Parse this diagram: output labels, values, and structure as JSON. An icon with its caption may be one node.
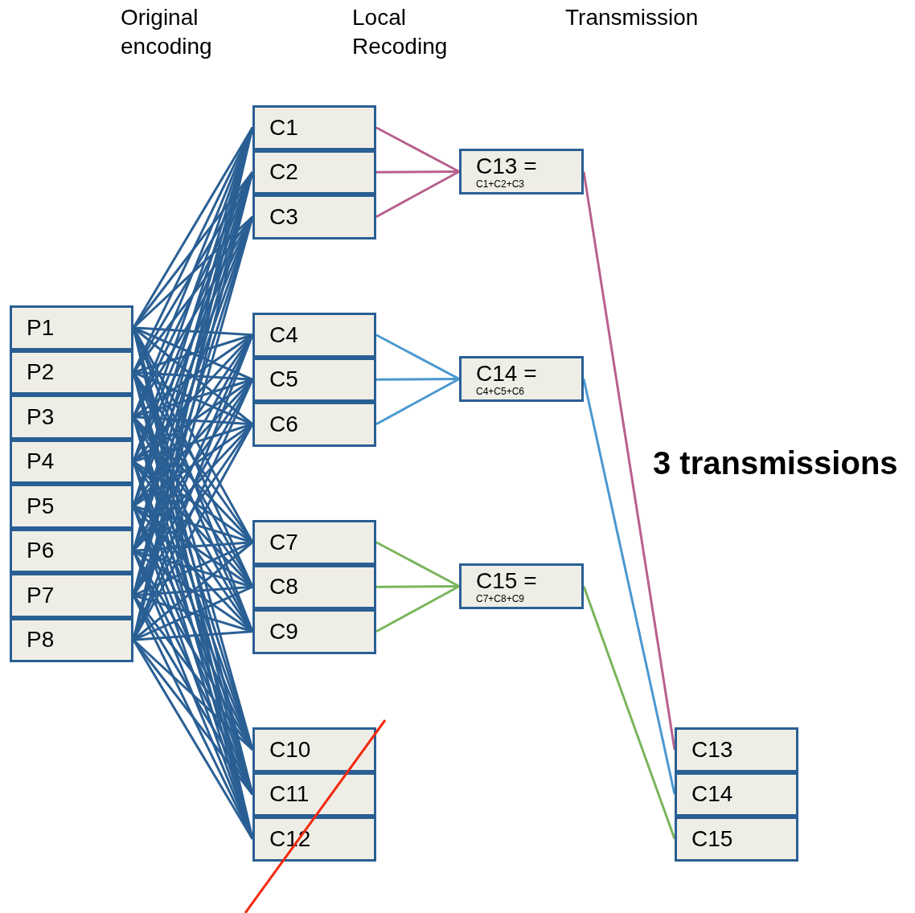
{
  "diagram": {
    "nodes": [
      {
        "text": [
          "P1"
        ]
      },
      {
        "text": [
          "P2"
        ]
      },
      {
        "text": [
          "P3"
        ]
      },
      {
        "text": [
          "P4"
        ]
      },
      {
        "text": [
          "P5"
        ]
      },
      {
        "text": [
          "P6"
        ]
      },
      {
        "text": [
          "P7"
        ]
      },
      {
        "text": [
          "P8"
        ]
      },
      {
        "text": [
          "C1"
        ]
      },
      {
        "text": [
          "C2"
        ]
      },
      {
        "text": [
          "C3"
        ]
      },
      {
        "text": [
          "C4"
        ]
      },
      {
        "text": [
          "C5"
        ]
      },
      {
        "text": [
          "C6"
        ]
      },
      {
        "text": [
          "C7"
        ]
      },
      {
        "text": [
          "C8"
        ]
      },
      {
        "text": [
          "C9"
        ]
      },
      {
        "text": [
          "C10"
        ]
      },
      {
        "text": [
          "C11"
        ]
      },
      {
        "text": [
          "C12"
        ]
      },
      {
        "text": [
          "C13 =",
          "C1+C2+C3"
        ]
      },
      {
        "text": [
          "C14 =",
          "C4+C5+C6"
        ]
      },
      {
        "text": [
          "C15 =",
          "C7+C8+C9"
        ]
      },
      {
        "text": [
          "C13"
        ]
      },
      {
        "text": [
          "C14"
        ]
      },
      {
        "text": [
          "C15"
        ]
      }
    ],
    "edges": [
      {
        "from": 0,
        "to": 8,
        "arrow": "none"
      },
      {
        "from": 0,
        "to": 9,
        "arrow": "none"
      },
      {
        "from": 0,
        "to": 10,
        "arrow": "none"
      },
      {
        "from": 0,
        "to": 11,
        "arrow": "none"
      },
      {
        "from": 0,
        "to": 12,
        "arrow": "none"
      },
      {
        "from": 0,
        "to": 13,
        "arrow": "none"
      },
      {
        "from": 0,
        "to": 14,
        "arrow": "none"
      },
      {
        "from": 0,
        "to": 15,
        "arrow": "none"
      },
      {
        "from": 0,
        "to": 16,
        "arrow": "none"
      },
      {
        "from": 0,
        "to": 17,
        "arrow": "none"
      },
      {
        "from": 0,
        "to": 18,
        "arrow": "none"
      },
      {
        "from": 0,
        "to": 19,
        "arrow": "none"
      },
      {
        "from": 1,
        "to": 8,
        "arrow": "none"
      },
      {
        "from": 1,
        "to": 9,
        "arrow": "none"
      },
      {
        "from": 1,
        "to": 10,
        "arrow": "none"
      },
      {
        "from": 1,
        "to": 11,
        "arrow": "none"
      },
      {
        "from": 1,
        "to": 12,
        "arrow": "none"
      },
      {
        "from": 1,
        "to": 13,
        "arrow": "none"
      },
      {
        "from": 1,
        "to": 14,
        "arrow": "none"
      },
      {
        "from": 1,
        "to": 15,
        "arrow": "none"
      },
      {
        "from": 1,
        "to": 16,
        "arrow": "none"
      },
      {
        "from": 1,
        "to": 17,
        "arrow": "none"
      },
      {
        "from": 1,
        "to": 18,
        "arrow": "none"
      },
      {
        "from": 1,
        "to": 19,
        "arrow": "none"
      },
      {
        "from": 2,
        "to": 8,
        "arrow": "none"
      },
      {
        "from": 2,
        "to": 9,
        "arrow": "none"
      },
      {
        "from": 2,
        "to": 10,
        "arrow": "none"
      },
      {
        "from": 2,
        "to": 11,
        "arrow": "none"
      },
      {
        "from": 2,
        "to": 12,
        "arrow": "none"
      },
      {
        "from": 2,
        "to": 13,
        "arrow": "none"
      },
      {
        "from": 2,
        "to": 14,
        "arrow": "none"
      },
      {
        "from": 2,
        "to": 15,
        "arrow": "none"
      },
      {
        "from": 2,
        "to": 16,
        "arrow": "none"
      },
      {
        "from": 2,
        "to": 17,
        "arrow": "none"
      },
      {
        "from": 2,
        "to": 18,
        "arrow": "none"
      },
      {
        "from": 2,
        "to": 19,
        "arrow": "none"
      },
      {
        "from": 3,
        "to": 8,
        "arrow": "none"
      },
      {
        "from": 3,
        "to": 9,
        "arrow": "none"
      },
      {
        "from": 3,
        "to": 10,
        "arrow": "none"
      },
      {
        "from": 3,
        "to": 11,
        "arrow": "none"
      },
      {
        "from": 3,
        "to": 12,
        "arrow": "none"
      },
      {
        "from": 3,
        "to": 13,
        "arrow": "none"
      },
      {
        "from": 3,
        "to": 14,
        "arrow": "none"
      },
      {
        "from": 3,
        "to": 15,
        "arrow": "none"
      },
      {
        "from": 3,
        "to": 16,
        "arrow": "none"
      },
      {
        "from": 3,
        "to": 17,
        "arrow": "none"
      },
      {
        "from": 3,
        "to": 18,
        "arrow": "none"
      },
      {
        "from": 3,
        "to": 19,
        "arrow": "none"
      },
      {
        "from": 4,
        "to": 8,
        "arrow": "none"
      },
      {
        "from": 4,
        "to": 9,
        "arrow": "none"
      },
      {
        "from": 4,
        "to": 10,
        "arrow": "none"
      },
      {
        "from": 4,
        "to": 11,
        "arrow": "none"
      },
      {
        "from": 4,
        "to": 12,
        "arrow": "none"
      },
      {
        "from": 4,
        "to": 13,
        "arrow": "none"
      },
      {
        "from": 4,
        "to": 14,
        "arrow": "none"
      },
      {
        "from": 4,
        "to": 15,
        "arrow": "none"
      },
      {
        "from": 4,
        "to": 16,
        "arrow": "none"
      },
      {
        "from": 4,
        "to": 17,
        "arrow": "none"
      },
      {
        "from": 4,
        "to": 18,
        "arrow": "none"
      },
      {
        "from": 4,
        "to": 19,
        "arrow": "none"
      },
      {
        "from": 5,
        "to": 8,
        "arrow": "none"
      },
      {
        "from": 5,
        "to": 9,
        "arrow": "none"
      },
      {
        "from": 5,
        "to": 10,
        "arrow": "none"
      },
      {
        "from": 5,
        "to": 11,
        "arrow": "none"
      },
      {
        "from": 5,
        "to": 12,
        "arrow": "none"
      },
      {
        "from": 5,
        "to": 13,
        "arrow": "none"
      },
      {
        "from": 5,
        "to": 14,
        "arrow": "none"
      },
      {
        "from": 5,
        "to": 15,
        "arrow": "none"
      },
      {
        "from": 5,
        "to": 16,
        "arrow": "none"
      },
      {
        "from": 5,
        "to": 17,
        "arrow": "none"
      },
      {
        "from": 5,
        "to": 18,
        "arrow": "none"
      },
      {
        "from": 5,
        "to": 19,
        "arrow": "none"
      },
      {
        "from": 6,
        "to": 8,
        "arrow": "none"
      },
      {
        "from": 6,
        "to": 9,
        "arrow": "none"
      },
      {
        "from": 6,
        "to": 10,
        "arrow": "none"
      },
      {
        "from": 6,
        "to": 11,
        "arrow": "none"
      },
      {
        "from": 6,
        "to": 12,
        "arrow": "none"
      },
      {
        "from": 6,
        "to": 13,
        "arrow": "none"
      },
      {
        "from": 6,
        "to": 14,
        "arrow": "none"
      },
      {
        "from": 6,
        "to": 15,
        "arrow": "none"
      },
      {
        "from": 6,
        "to": 16,
        "arrow": "none"
      },
      {
        "from": 6,
        "to": 17,
        "arrow": "none"
      },
      {
        "from": 6,
        "to": 18,
        "arrow": "none"
      },
      {
        "from": 6,
        "to": 19,
        "arrow": "none"
      },
      {
        "from": 7,
        "to": 8,
        "arrow": "none"
      },
      {
        "from": 7,
        "to": 9,
        "arrow": "none"
      },
      {
        "from": 7,
        "to": 10,
        "arrow": "none"
      },
      {
        "from": 7,
        "to": 11,
        "arrow": "none"
      },
      {
        "from": 7,
        "to": 12,
        "arrow": "none"
      },
      {
        "from": 7,
        "to": 13,
        "arrow": "none"
      },
      {
        "from": 7,
        "to": 14,
        "arrow": "none"
      },
      {
        "from": 7,
        "to": 15,
        "arrow": "none"
      },
      {
        "from": 7,
        "to": 16,
        "arrow": "none"
      },
      {
        "from": 7,
        "to": 17,
        "arrow": "none"
      },
      {
        "from": 7,
        "to": 18,
        "arrow": "none"
      },
      {
        "from": 7,
        "to": 19,
        "arrow": "none"
      },
      {
        "from": 8,
        "to": 20,
        "arrow": "none",
        "color": "#b8608e"
      },
      {
        "from": 9,
        "to": 20,
        "arrow": "none",
        "color": "#b8608e"
      },
      {
        "from": 10,
        "to": 20,
        "arrow": "none",
        "color": "#b8608e"
      },
      {
        "from": 11,
        "to": 21,
        "arrow": "none",
        "color": "#4a98d0"
      },
      {
        "from": 12,
        "to": 21,
        "arrow": "none",
        "color": "#4a98d0"
      },
      {
        "from": 13,
        "to": 21,
        "arrow": "none",
        "color": "#4a98d0"
      },
      {
        "from": 14,
        "to": 22,
        "arrow": "none",
        "color": "#7ab55c"
      },
      {
        "from": 15,
        "to": 22,
        "arrow": "none",
        "color": "#7ab55c"
      },
      {
        "from": 16,
        "to": 22,
        "arrow": "none",
        "color": "#7ab55c"
      },
      {
        "from": 20,
        "to": 23,
        "arrow": "none",
        "color": "#b8608e"
      },
      {
        "from": 21,
        "to": 24,
        "arrow": "none",
        "color": "#4a98d0"
      },
      {
        "from": 22,
        "to": 25,
        "arrow": "none",
        "color": "#7ab55c"
      }
    ],
    "labels": [
      "Original encoding",
      "Local Recoding",
      "Transmission",
      "3 transmissions"
    ]
  }
}
